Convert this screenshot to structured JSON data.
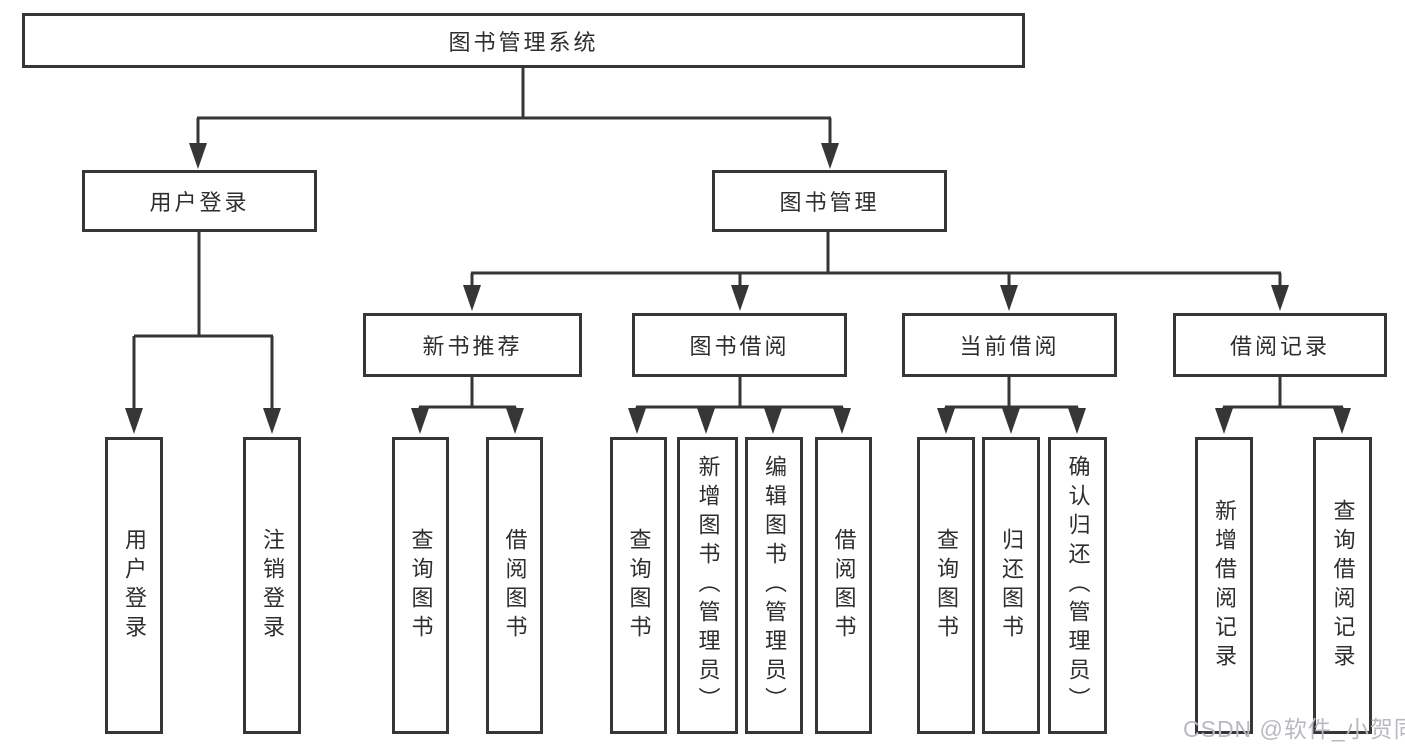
{
  "title": "图书管理系统",
  "watermark": "CSDN @软件_小贺同学",
  "colors": {
    "line": "#363636",
    "text": "#2e2e2e",
    "watermark": "#b9b9c0",
    "background": "#ffffff"
  },
  "tree": {
    "root": {
      "label": "图书管理系统",
      "children": [
        {
          "label": "用户登录",
          "children": [
            {
              "label": "用户登录"
            },
            {
              "label": "注销登录"
            }
          ]
        },
        {
          "label": "图书管理",
          "children": [
            {
              "label": "新书推荐",
              "children": [
                {
                  "label": "查询图书"
                },
                {
                  "label": "借阅图书"
                }
              ]
            },
            {
              "label": "图书借阅",
              "children": [
                {
                  "label": "查询图书"
                },
                {
                  "label": "新增图书（管理员）"
                },
                {
                  "label": "编辑图书（管理员）"
                },
                {
                  "label": "借阅图书"
                }
              ]
            },
            {
              "label": "当前借阅",
              "children": [
                {
                  "label": "查询图书"
                },
                {
                  "label": "归还图书"
                },
                {
                  "label": "确认归还（管理员）"
                }
              ]
            },
            {
              "label": "借阅记录",
              "children": [
                {
                  "label": "新增借阅记录"
                },
                {
                  "label": "查询借阅记录"
                }
              ]
            }
          ]
        }
      ]
    }
  }
}
